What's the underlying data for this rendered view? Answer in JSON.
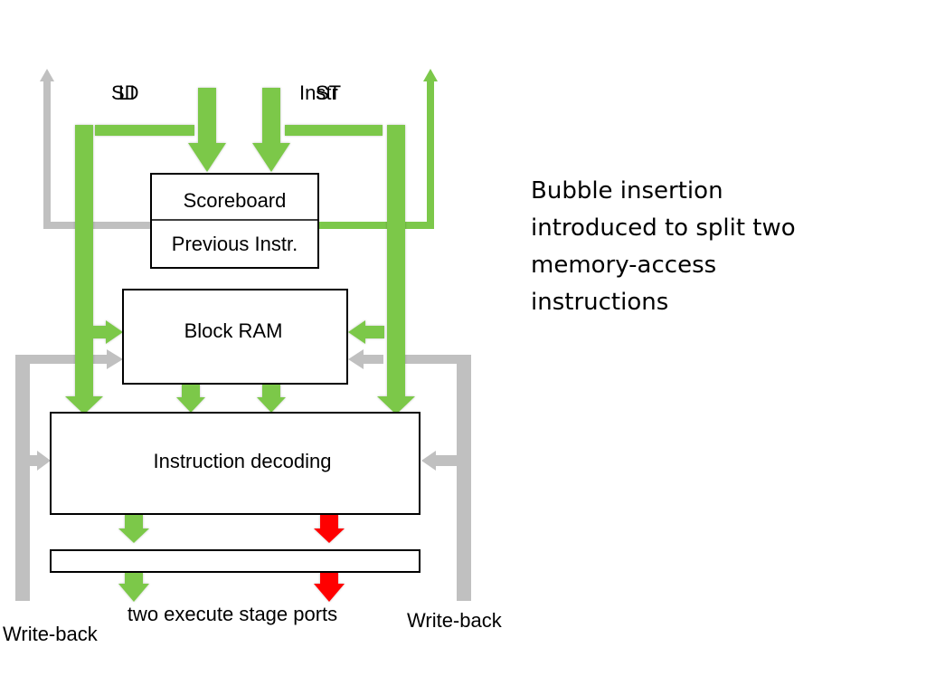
{
  "top_labels": {
    "left": [
      "SD",
      "LI"
    ],
    "right": [
      "Instr",
      "ST"
    ]
  },
  "boxes": {
    "scoreboard": "Scoreboard",
    "previous_instr": "Previous Instr.",
    "block_ram": "Block RAM",
    "instruction_decoding": "Instruction decoding"
  },
  "bottom_labels": {
    "execute_ports": "two execute stage ports",
    "write_back_left": "Write-back",
    "write_back_right": "Write-back"
  },
  "note": {
    "lines": [
      "Bubble insertion",
      "introduced to split two",
      "memory-access",
      "instructions"
    ]
  },
  "colors": {
    "green": "#7cc84a",
    "grey": "#c0c0c0",
    "red": "#ff0000"
  }
}
